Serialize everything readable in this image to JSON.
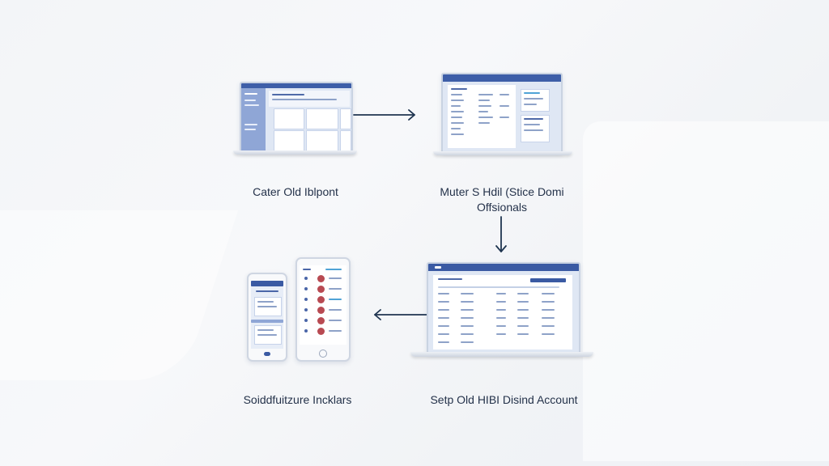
{
  "nodes": [
    {
      "id": "old-app",
      "caption": "Cater Old Iblpont"
    },
    {
      "id": "migrate",
      "caption_line1": "Muter S Hdil (Stice Domi",
      "caption_line2": "Offsionals"
    },
    {
      "id": "setup",
      "caption": "Setp Old HIBI Disind Account"
    },
    {
      "id": "devices",
      "caption": "Soiddfuitzure Incklars"
    }
  ],
  "flow": [
    {
      "from": "old-app",
      "to": "migrate",
      "direction": "right"
    },
    {
      "from": "migrate",
      "to": "setup",
      "direction": "down"
    },
    {
      "from": "setup",
      "to": "devices",
      "direction": "left"
    }
  ],
  "colors": {
    "accent": "#3d5ea8",
    "arrow": "#1f3550",
    "text": "#24324a"
  }
}
